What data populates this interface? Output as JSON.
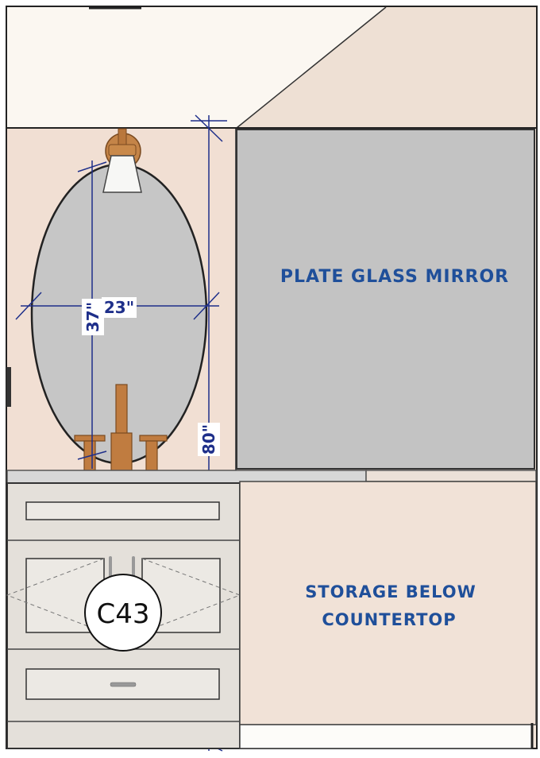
{
  "notes": {
    "mirror": "PLATE GLASS MIRROR",
    "storage_line1": "STORAGE BELOW",
    "storage_line2": "COUNTERTOP"
  },
  "dimensions": {
    "mirror_width": "23\"",
    "mirror_height": "37\"",
    "mounting_height": "80\""
  },
  "cabinet_tag": "C43",
  "colors": {
    "wall": "#f0e0d4",
    "mirror_glass": "#c3c3c3",
    "cabinet": "#e3dfd8",
    "dimension_line": "#1e2f8a",
    "note_text": "#1f4f9a",
    "brass": "#b9773c"
  }
}
